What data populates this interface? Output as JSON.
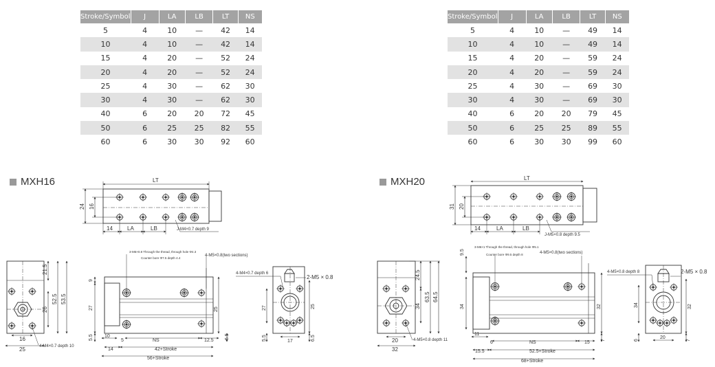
{
  "tables": [
    {
      "headers": [
        "Stroke/Symbol",
        "J",
        "LA",
        "LB",
        "LT",
        "NS"
      ],
      "rows": [
        [
          "5",
          "4",
          "10",
          "—",
          "42",
          "14"
        ],
        [
          "10",
          "4",
          "10",
          "—",
          "42",
          "14"
        ],
        [
          "15",
          "4",
          "20",
          "—",
          "52",
          "24"
        ],
        [
          "20",
          "4",
          "20",
          "—",
          "52",
          "24"
        ],
        [
          "25",
          "4",
          "30",
          "—",
          "62",
          "30"
        ],
        [
          "30",
          "4",
          "30",
          "—",
          "62",
          "30"
        ],
        [
          "40",
          "6",
          "20",
          "20",
          "72",
          "45"
        ],
        [
          "50",
          "6",
          "25",
          "25",
          "82",
          "55"
        ],
        [
          "60",
          "6",
          "30",
          "30",
          "92",
          "60"
        ]
      ]
    },
    {
      "headers": [
        "Stroke/Symbol",
        "J",
        "LA",
        "LB",
        "LT",
        "NS"
      ],
      "rows": [
        [
          "5",
          "4",
          "10",
          "—",
          "49",
          "14"
        ],
        [
          "10",
          "4",
          "10",
          "—",
          "49",
          "14"
        ],
        [
          "15",
          "4",
          "20",
          "—",
          "59",
          "24"
        ],
        [
          "20",
          "4",
          "20",
          "—",
          "59",
          "24"
        ],
        [
          "25",
          "4",
          "30",
          "—",
          "69",
          "30"
        ],
        [
          "30",
          "4",
          "30",
          "—",
          "69",
          "30"
        ],
        [
          "40",
          "6",
          "20",
          "20",
          "79",
          "45"
        ],
        [
          "50",
          "6",
          "25",
          "25",
          "89",
          "55"
        ],
        [
          "60",
          "6",
          "30",
          "30",
          "99",
          "60"
        ]
      ]
    }
  ],
  "mxh16": {
    "title": "MXH16",
    "top": {
      "lt": "LT",
      "h24": "24",
      "h16": "16",
      "d14": "14",
      "la": "LA",
      "lb": "LB",
      "note": "J-M4×0.7 depth 9"
    },
    "end": {
      "d21_5": "21.5",
      "d52_5": "52.5",
      "d53_5": "53.5",
      "d26": "26",
      "d16": "16",
      "d25": "25",
      "note": "4-M4×0.7 depth 10"
    },
    "side": {
      "note1a": "3-M5×0.8 Through the thread, through hole Φ4.3",
      "note1b": "Counter bore Φ7.5 depth 4.4",
      "note2": "4-M5×0.8(two sections)",
      "d9": "9",
      "d27": "27",
      "d5_5": "5.5",
      "d10": "10",
      "d5": "5",
      "ns": "NS",
      "d12_5": "12.5",
      "d6_5": "6.5",
      "d14": "14",
      "d42": "42+Stroke",
      "d56": "56+Stroke",
      "d25": "25"
    },
    "rear": {
      "note1": "4-M4×0.7 depth 6",
      "note2": "2-M5 × 0.8",
      "d27": "27",
      "d25": "25",
      "d5_5": "5.5",
      "d17": "17",
      "d6_5": "6.5"
    }
  },
  "mxh20": {
    "title": "MXH20",
    "top": {
      "lt": "LT",
      "h31": "31",
      "h20": "20",
      "d14": "14",
      "la": "LA",
      "lb": "LB",
      "note": "J-M5×0.8 depth 9.5"
    },
    "end": {
      "d24_5": "24.5",
      "d63_5": "63.5",
      "d64_5": "64.5",
      "d34": "34",
      "d20": "20",
      "d32": "32",
      "note": "4-M5×0.8 depth 11"
    },
    "side": {
      "note1a": "3-M6×1 Through the thread, through hole Φ5.1",
      "note1b": "Counter bore Φ9.5 depth 8",
      "note2": "4-M5×0.8(two sections)",
      "d9_5": "9.5",
      "d34": "34",
      "d11": "11",
      "d6": "6",
      "ns": "NS",
      "d15": "15",
      "d7": "7",
      "d15_5": "15.5",
      "d52_5": "52.5+Stroke",
      "d68": "68+Stroke",
      "d32": "32"
    },
    "rear": {
      "note1": "4-M5×0.8 depth 8",
      "note2": "2-M5 × 0.8",
      "d34": "34",
      "d32": "32",
      "d6": "6",
      "d20": "20",
      "d7": "7"
    }
  }
}
